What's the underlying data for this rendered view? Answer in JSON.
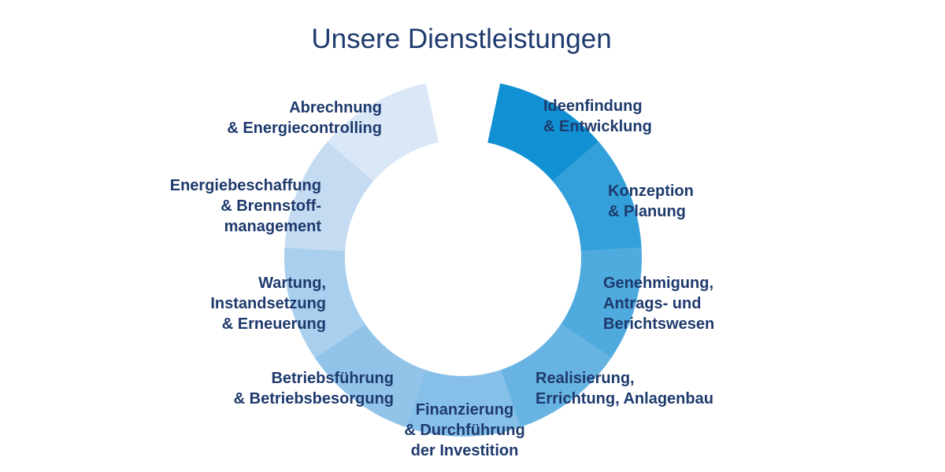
{
  "title": {
    "text": "Unsere Dienstleistungen"
  },
  "colors": {
    "background": "#ffffff",
    "text": "#1e3a6d"
  },
  "chart_data": {
    "type": "pie",
    "subtype": "donut",
    "title": "Unsere Dienstleistungen",
    "direction": "clockwise",
    "start_angle_deg": 12,
    "gap_degrees": 24,
    "inner_radius_ratio": 0.66,
    "equal_segments": true,
    "values": [
      1,
      1,
      1,
      1,
      1,
      1,
      1,
      1,
      1
    ],
    "segments": [
      {
        "label": "Ideenfindung & Entwicklung",
        "lines": [
          "Ideenfindung",
          "& Entwicklung"
        ],
        "color": "#1191d3"
      },
      {
        "label": "Konzeption & Planung",
        "lines": [
          "Konzeption",
          "& Planung"
        ],
        "color": "#33a0da"
      },
      {
        "label": "Genehmigung, Antrags- und Berichtswesen",
        "lines": [
          "Genehmigung,",
          "Antrags- und",
          "Berichtswesen"
        ],
        "color": "#4faadd"
      },
      {
        "label": "Realisierung, Errichtung, Anlagenbau",
        "lines": [
          "Realisierung,",
          "Errichtung, Anlagenbau"
        ],
        "color": "#67b3e1"
      },
      {
        "label": "Finanzierung & Durchführung der Investition",
        "lines": [
          "Finanzierung",
          "& Durchführung",
          "der Investition"
        ],
        "color": "#86c0e8"
      },
      {
        "label": "Betriebsführung & Betriebsbesorgung",
        "lines": [
          "Betriebsführung",
          "& Betriebsbesorgung"
        ],
        "color": "#92c4ea"
      },
      {
        "label": "Wartung, Instandsetzung & Erneuerung",
        "lines": [
          "Wartung,",
          "Instandsetzung",
          "& Erneuerung"
        ],
        "color": "#a9cfee"
      },
      {
        "label": "Energiebeschaffung & Brennstoff-management",
        "lines": [
          "Energiebeschaffung",
          "& Brennstoff-",
          "management"
        ],
        "color": "#c4dbf2"
      },
      {
        "label": "Abrechnung & Energiecontrolling",
        "lines": [
          "Abrechnung",
          "& Energiecontrolling"
        ],
        "color": "#d9e7f7"
      }
    ],
    "text_color": "#1e3a6d"
  }
}
